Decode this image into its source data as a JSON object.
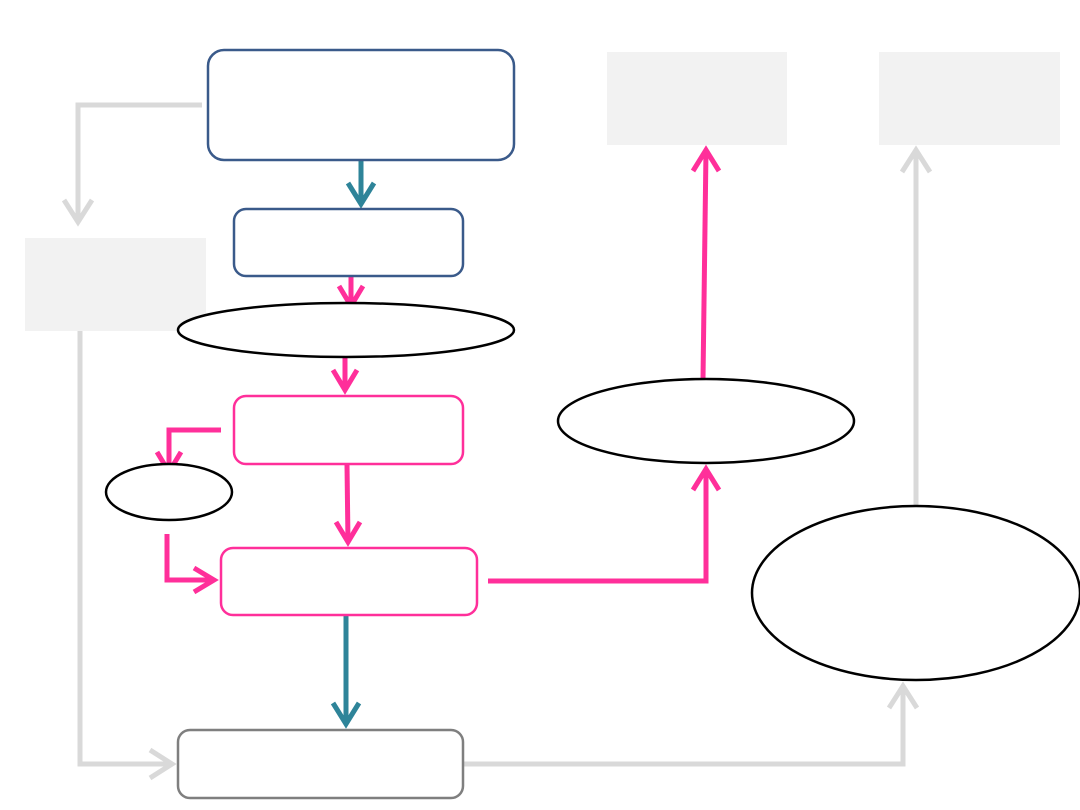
{
  "diagram": {
    "colors": {
      "blue_outline": "#3a5a8a",
      "teal_arrow": "#2e8499",
      "pink": "#ff2f9a",
      "gray_arrow": "#d9d9d9",
      "gray_box_fill": "#f2f2f2",
      "gray_outline": "#7f7f7f",
      "black": "#000000"
    },
    "nodes": [
      {
        "id": "top-box",
        "shape": "rounded-rect",
        "style": "blue",
        "text": ""
      },
      {
        "id": "second-box",
        "shape": "rounded-rect",
        "style": "blue",
        "text": ""
      },
      {
        "id": "ellipse-1",
        "shape": "ellipse",
        "style": "black",
        "text": ""
      },
      {
        "id": "pink-box-1",
        "shape": "rounded-rect",
        "style": "pink",
        "text": ""
      },
      {
        "id": "small-ellipse",
        "shape": "ellipse",
        "style": "black",
        "text": ""
      },
      {
        "id": "pink-box-2",
        "shape": "rounded-rect",
        "style": "pink",
        "text": ""
      },
      {
        "id": "bottom-box",
        "shape": "rounded-rect",
        "style": "gray",
        "text": ""
      },
      {
        "id": "gray-box-left",
        "shape": "rect",
        "style": "gray-fill",
        "text": ""
      },
      {
        "id": "gray-box-top-mid",
        "shape": "rect",
        "style": "gray-fill",
        "text": ""
      },
      {
        "id": "gray-box-top-right",
        "shape": "rect",
        "style": "gray-fill",
        "text": ""
      },
      {
        "id": "mid-right-ellipse",
        "shape": "ellipse",
        "style": "black",
        "text": ""
      },
      {
        "id": "large-ellipse",
        "shape": "ellipse",
        "style": "black",
        "text": ""
      }
    ],
    "edges": [
      {
        "id": "top-to-second",
        "from": "top-box",
        "to": "second-box",
        "style": "teal"
      },
      {
        "id": "second-to-ellipse",
        "from": "second-box",
        "to": "ellipse-1",
        "style": "pink"
      },
      {
        "id": "ellipse-to-pink1",
        "from": "ellipse-1",
        "to": "pink-box-1",
        "style": "pink"
      },
      {
        "id": "pink1-to-small",
        "from": "pink-box-1",
        "to": "small-ellipse",
        "style": "pink"
      },
      {
        "id": "pink1-to-pink2",
        "from": "pink-box-1",
        "to": "pink-box-2",
        "style": "pink"
      },
      {
        "id": "small-to-pink2",
        "from": "small-ellipse",
        "to": "pink-box-2",
        "style": "pink"
      },
      {
        "id": "pink2-to-midright",
        "from": "pink-box-2",
        "to": "mid-right-ellipse",
        "style": "pink"
      },
      {
        "id": "midright-to-topmid",
        "from": "mid-right-ellipse",
        "to": "gray-box-top-mid",
        "style": "pink"
      },
      {
        "id": "pink2-to-bottom",
        "from": "pink-box-2",
        "to": "bottom-box",
        "style": "teal"
      },
      {
        "id": "top-to-grayleft",
        "from": "top-box",
        "to": "gray-box-left",
        "style": "gray"
      },
      {
        "id": "grayleft-to-bottom",
        "from": "gray-box-left",
        "to": "bottom-box",
        "style": "gray"
      },
      {
        "id": "bottom-to-large",
        "from": "bottom-box",
        "to": "large-ellipse",
        "style": "gray"
      },
      {
        "id": "large-to-topright",
        "from": "large-ellipse",
        "to": "gray-box-top-right",
        "style": "gray"
      }
    ]
  }
}
